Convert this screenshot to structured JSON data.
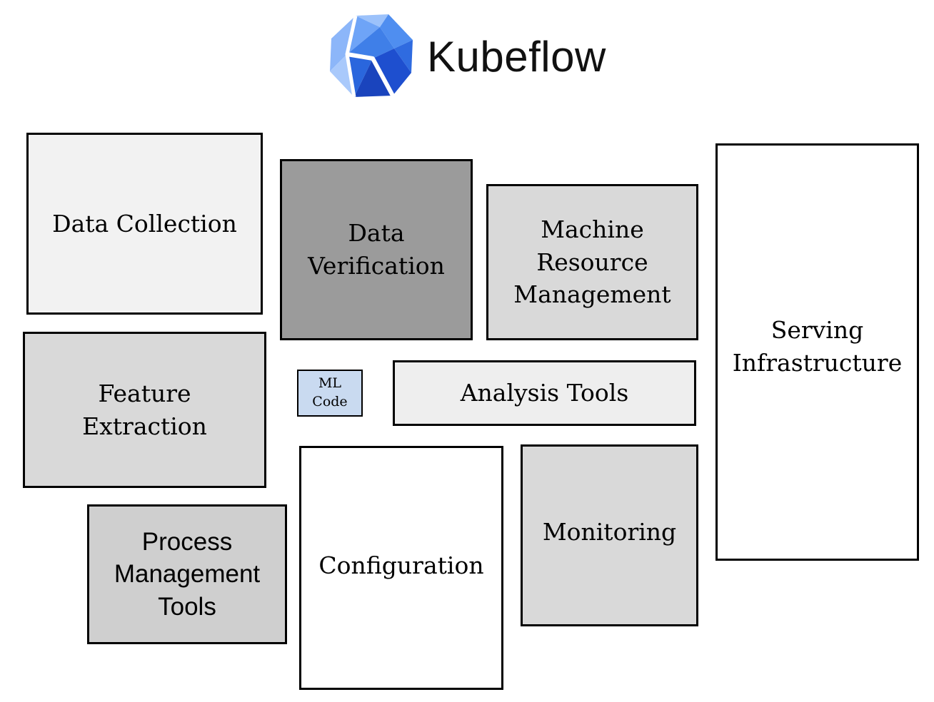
{
  "brand": {
    "name": "Kubeflow",
    "icon": "kubeflow-logo-icon",
    "colors": {
      "light": "#6ea4f7",
      "mid": "#3f7fe8",
      "dark": "#1e4fcf"
    }
  },
  "components": {
    "data_collection": {
      "label": "Data Collection",
      "fill": "#f2f2f2"
    },
    "data_verification": {
      "label": "Data\nVerification",
      "fill": "#9b9b9b"
    },
    "machine_resource": {
      "label": "Machine\nResource\nManagement",
      "fill": "#d9d9d9"
    },
    "serving": {
      "label": "Serving\nInfrastructure",
      "fill": "#ffffff"
    },
    "feature_extraction": {
      "label": "Feature\nExtraction",
      "fill": "#d9d9d9"
    },
    "ml_code": {
      "label": "ML\nCode",
      "fill": "#c9daf0"
    },
    "analysis_tools": {
      "label": "Analysis Tools",
      "fill": "#eeeeee"
    },
    "process_management": {
      "label": "Process\nManagement\nTools",
      "fill": "#cfcfcf"
    },
    "configuration": {
      "label": "Configuration",
      "fill": "#ffffff"
    },
    "monitoring": {
      "label": "Monitoring",
      "fill": "#d9d9d9"
    }
  }
}
